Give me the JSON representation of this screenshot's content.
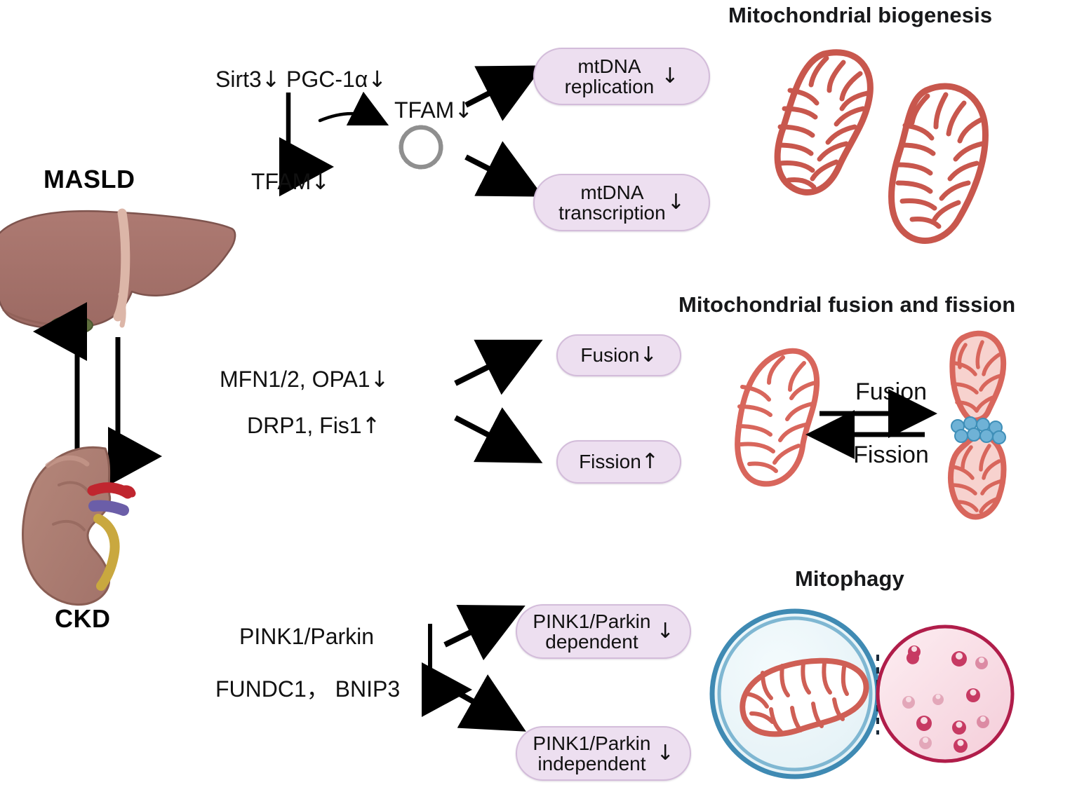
{
  "figure": {
    "type": "biomedical-pathway-diagram",
    "background": "#ffffff"
  },
  "organs": {
    "liver": {
      "label": "MASLD",
      "color": "#a8746c",
      "accent": "#d6b3a8",
      "gallbladder": "#5d6b3c"
    },
    "kidney": {
      "label": "CKD",
      "color": "#b07f72",
      "artery": "#c0262f",
      "vein": "#6b5ea8",
      "ureter": "#c9a83f"
    }
  },
  "crosstalk": {
    "up_arrow_name": "ckd-to-masld-arrow",
    "down_arrow_name": "masld-to-ckd-arrow"
  },
  "panels": [
    {
      "id": "biogenesis",
      "title": "Mitochondrial biogenesis",
      "mediators": [
        {
          "text": "Sirt3",
          "trend": "↓"
        },
        {
          "text": "PGC-1α",
          "trend": "↓"
        },
        {
          "text": "TFAM",
          "trend": "↓"
        },
        {
          "text": "TFAM",
          "trend": "↓"
        }
      ],
      "nucleoid_label": "mtDNA circle",
      "outcomes": [
        {
          "text": "mtDNA\nreplication",
          "trend": "↓"
        },
        {
          "text": "mtDNA\ntranscription",
          "trend": "↓"
        }
      ]
    },
    {
      "id": "fusion-fission",
      "title": "Mitochondrial fusion and fission",
      "mediators": [
        {
          "text": "MFN1/2, OPA1",
          "trend": "↓"
        },
        {
          "text": "DRP1, Fis1",
          "trend": "↑"
        }
      ],
      "outcomes": [
        {
          "text": "Fusion",
          "trend": "↓"
        },
        {
          "text": "Fission",
          "trend": "↑"
        }
      ],
      "illustration_labels": [
        "Fusion",
        "Fission"
      ]
    },
    {
      "id": "mitophagy",
      "title": "Mitophagy",
      "mediators": [
        {
          "text": "PINK1/Parkin",
          "trend": ""
        },
        {
          "text": "FUNDC1， BNIP3",
          "trend": ""
        }
      ],
      "outcomes": [
        {
          "text": "PINK1/Parkin\ndependent",
          "trend": "↓"
        },
        {
          "text": "PINK1/Parkin\nindependent",
          "trend": "↓"
        }
      ]
    }
  ],
  "text": {
    "biogenesis_title": "Mitochondrial biogenesis",
    "fusion_title": "Mitochondrial fusion and fission",
    "mitophagy_title": "Mitophagy",
    "masld": "MASLD",
    "ckd": "CKD",
    "sirt3": "Sirt3",
    "sirt3_trend": "↓",
    "pgc1a": "PGC-1α",
    "pgc1a_trend": "↓",
    "tfam_down_left": "TFAM",
    "tfam_down_left_trend": "↓",
    "tfam_nucleoid": "TFAM",
    "tfam_nucleoid_trend": "↓",
    "mtdna_replication": "mtDNA\nreplication",
    "mtdna_replication_trend": "↓",
    "mtdna_transcription": "mtDNA\ntranscription",
    "mtdna_transcription_trend": "↓",
    "mfn_opa": "MFN1/2, OPA1",
    "mfn_opa_trend": "↓",
    "drp1_fis1": "DRP1, Fis1",
    "drp1_fis1_trend": "↑",
    "fusion_pill": "Fusion",
    "fusion_pill_trend": "↓",
    "fission_pill": "Fission",
    "fission_pill_trend": "↑",
    "fusion_flow": "Fusion",
    "fission_flow": "Fission",
    "pink1_parkin": "PINK1/Parkin",
    "fundc1_bnip3": "FUNDC1， BNIP3",
    "pink_dependent": "PINK1/Parkin\ndependent",
    "pink_dependent_trend": "↓",
    "pink_independent": "PINK1/Parkin\nindependent",
    "pink_independent_trend": "↓"
  },
  "colors": {
    "pill_fill": "#eddff0",
    "pill_border": "#d3bcda",
    "mito_outline": "#c8574d",
    "mito_fill_pink": "#f6cfcb",
    "autophagosome_membrane": "#3c8bb5",
    "autophagosome_fill": "#e9f4f7",
    "lysosome_membrane": "#b01d4a",
    "lysosome_fill": "#f7dde4",
    "drp1_ring": "#5fa8cf",
    "arrow": "#000000"
  }
}
